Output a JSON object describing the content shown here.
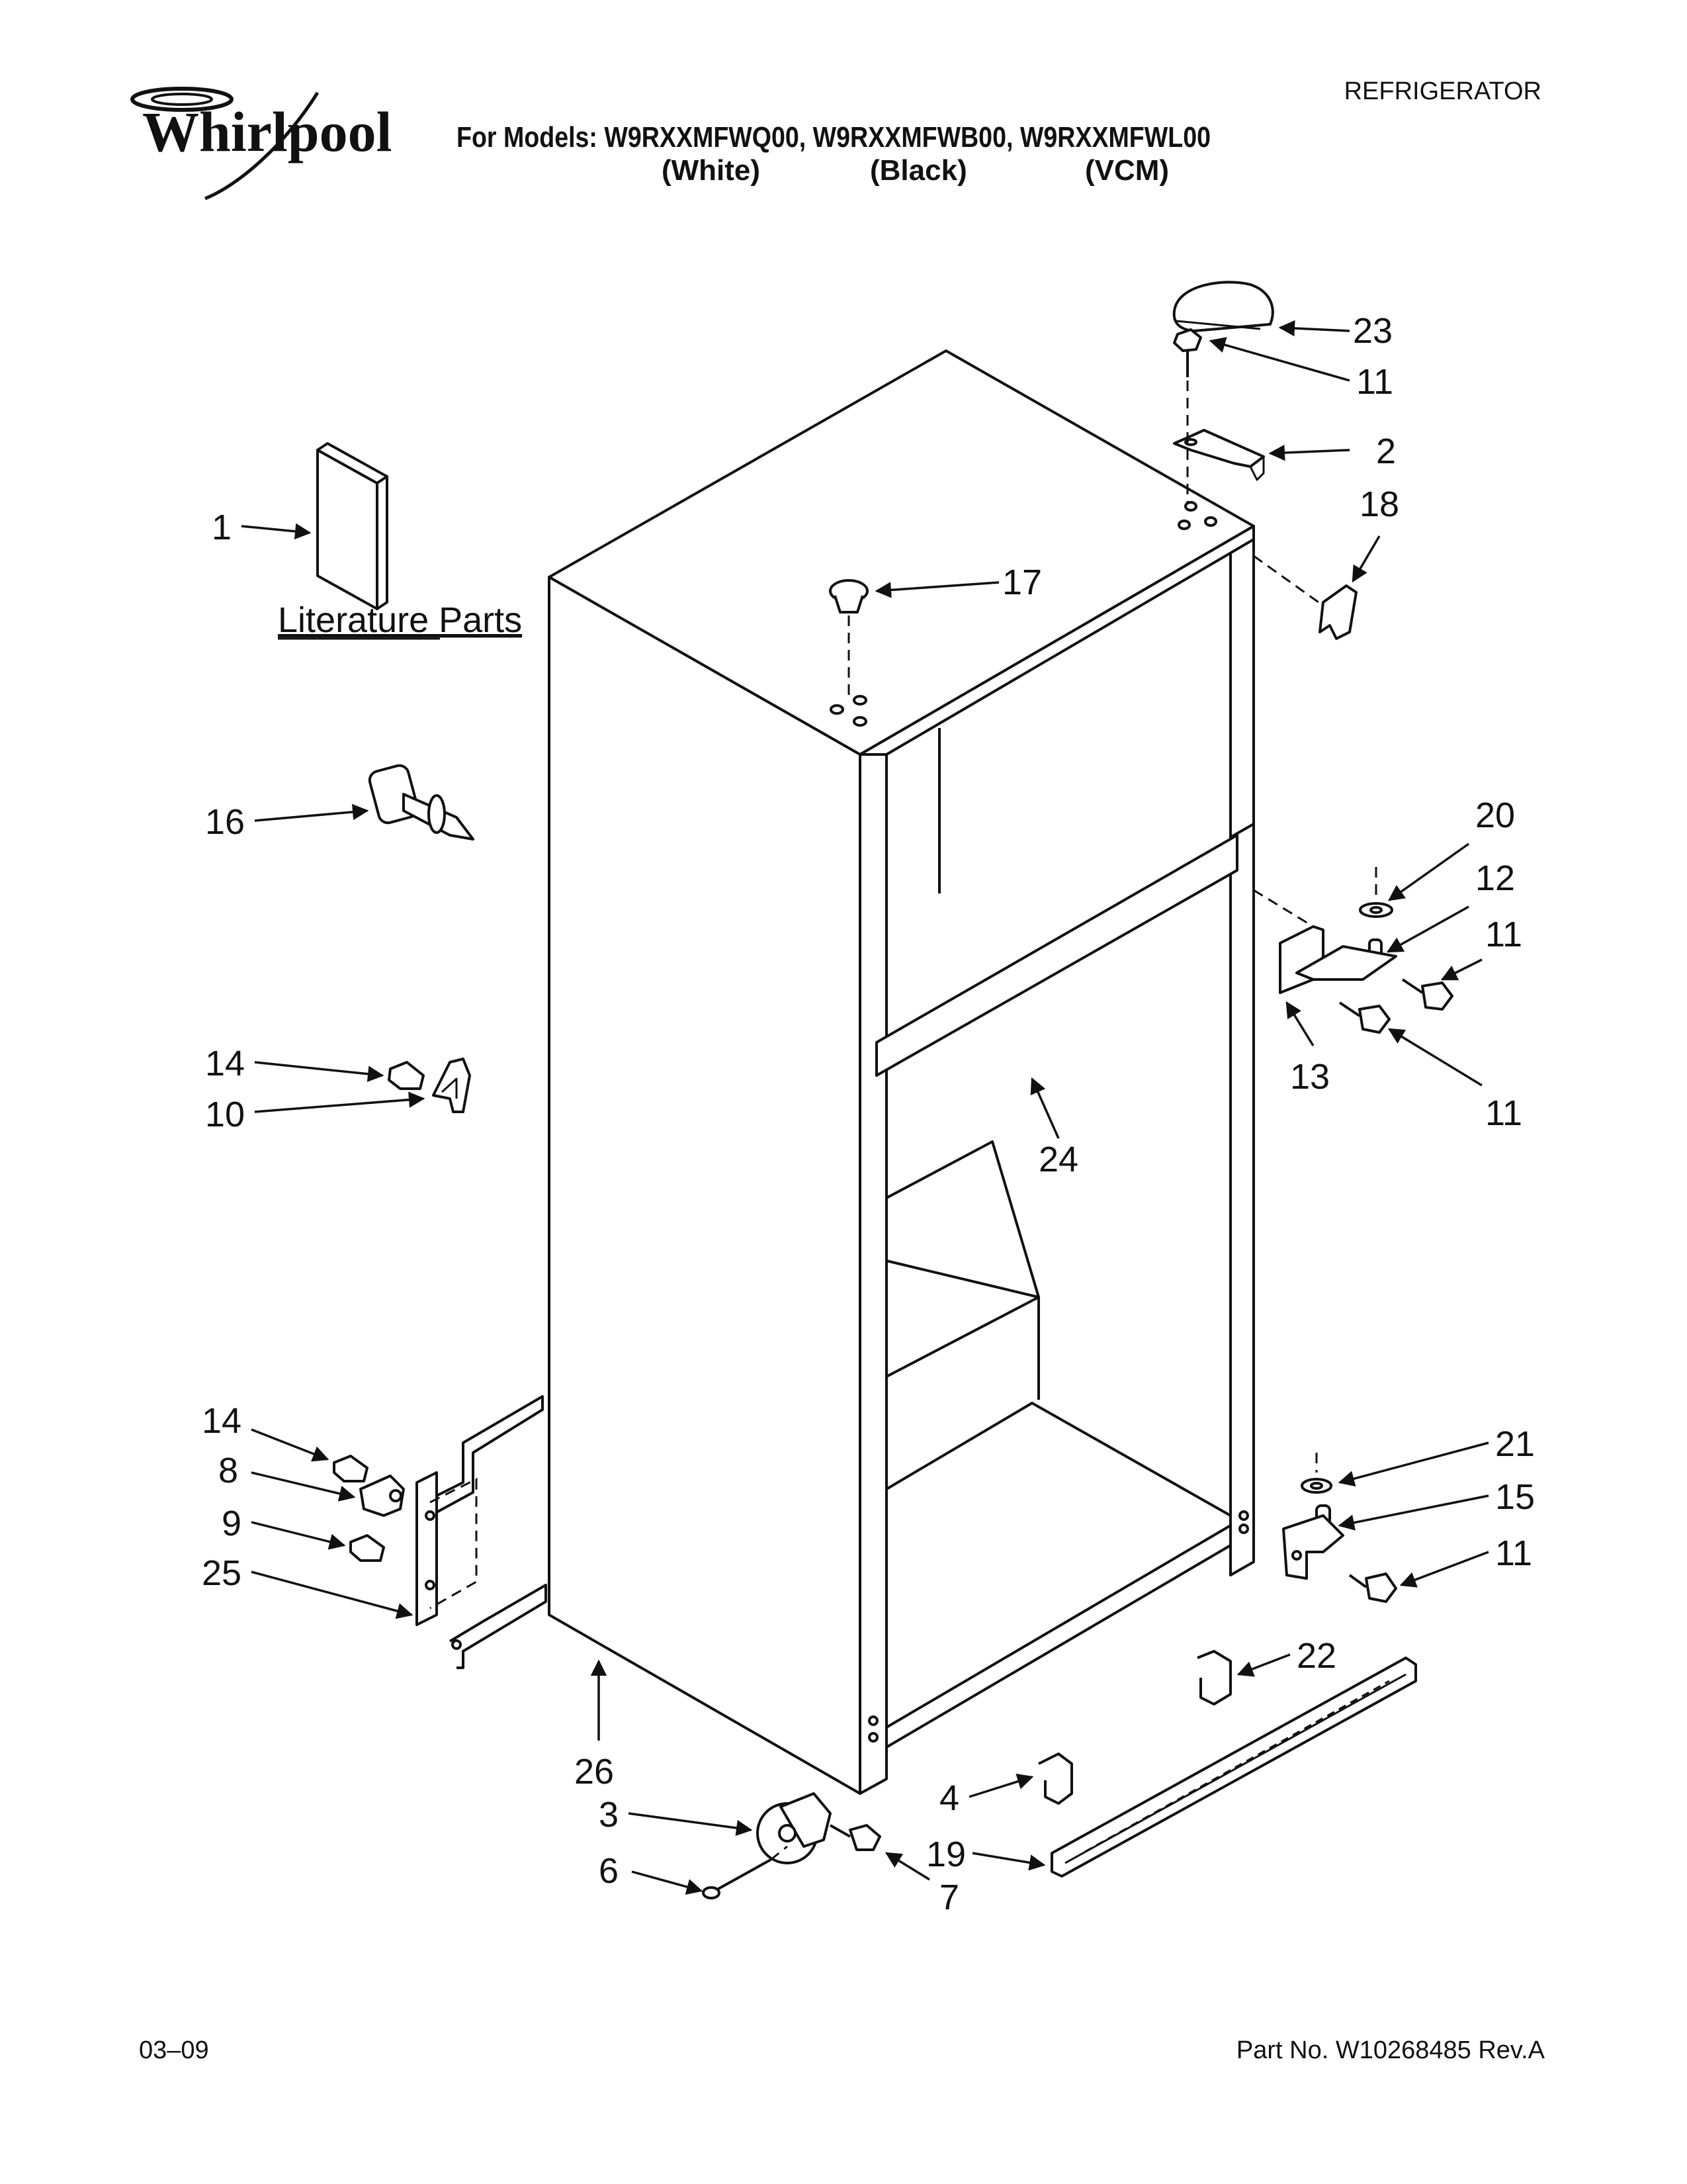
{
  "header": {
    "logo_text": "Whirlpool",
    "category": "REFRIGERATOR",
    "models_line": "For Models: W9RXXMFWQ00, W9RXXMFWB00, W9RXXMFWL00",
    "colors": [
      "(White)",
      "(Black)",
      "(VCM)"
    ]
  },
  "literature_label": "Literature Parts",
  "callouts": [
    {
      "id": "1"
    },
    {
      "id": "23"
    },
    {
      "id": "11a",
      "text": "11"
    },
    {
      "id": "2"
    },
    {
      "id": "18"
    },
    {
      "id": "17"
    },
    {
      "id": "16"
    },
    {
      "id": "20"
    },
    {
      "id": "12"
    },
    {
      "id": "11b",
      "text": "11"
    },
    {
      "id": "13"
    },
    {
      "id": "11c",
      "text": "11"
    },
    {
      "id": "14a",
      "text": "14"
    },
    {
      "id": "10"
    },
    {
      "id": "24"
    },
    {
      "id": "14b",
      "text": "14"
    },
    {
      "id": "8"
    },
    {
      "id": "9"
    },
    {
      "id": "25"
    },
    {
      "id": "21"
    },
    {
      "id": "15"
    },
    {
      "id": "11d",
      "text": "11"
    },
    {
      "id": "22"
    },
    {
      "id": "26"
    },
    {
      "id": "4"
    },
    {
      "id": "3"
    },
    {
      "id": "19"
    },
    {
      "id": "6"
    },
    {
      "id": "7"
    }
  ],
  "labels": {
    "c1": "1",
    "c23": "23",
    "c11a": "11",
    "c2": "2",
    "c18": "18",
    "c17": "17",
    "c16": "16",
    "c20": "20",
    "c12": "12",
    "c11b": "11",
    "c13": "13",
    "c11c": "11",
    "c14a": "14",
    "c10": "10",
    "c24": "24",
    "c14b": "14",
    "c8": "8",
    "c9": "9",
    "c25": "25",
    "c21": "21",
    "c15": "15",
    "c11d": "11",
    "c22": "22",
    "c26": "26",
    "c4": "4",
    "c3": "3",
    "c19": "19",
    "c6": "6",
    "c7": "7"
  },
  "footer": {
    "date": "03–09",
    "part_no": "Part No. W10268485 Rev.A"
  }
}
